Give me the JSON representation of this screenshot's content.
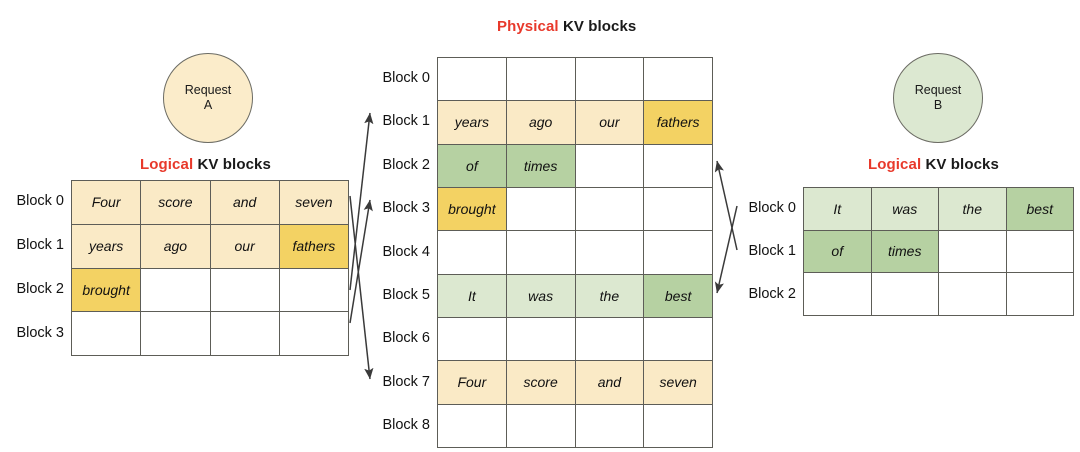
{
  "titles": {
    "physical": {
      "accent": "Physical",
      "rest": " KV blocks"
    },
    "logical_a": {
      "accent": "Logical",
      "rest": " KV blocks"
    },
    "logical_b": {
      "accent": "Logical",
      "rest": " KV blocks"
    }
  },
  "colors": {
    "accent_red": "#e8392b",
    "yellow_light": "#faeac6",
    "yellow_dark": "#f3d263",
    "green_light": "#dce8d0",
    "green_dark": "#b6d1a2",
    "grid_line": "#5d5d57",
    "text": "#111111"
  },
  "requests": {
    "a": {
      "line1": "Request",
      "line2": "A",
      "fill": "#fbecca"
    },
    "b": {
      "line1": "Request",
      "line2": "B",
      "fill": "#dce8d1"
    }
  },
  "logical_a": {
    "row_labels": [
      "Block 0",
      "Block 1",
      "Block 2",
      "Block 3"
    ],
    "rows": [
      [
        {
          "text": "Four",
          "fill": "yellow_light"
        },
        {
          "text": "score",
          "fill": "yellow_light"
        },
        {
          "text": "and",
          "fill": "yellow_light"
        },
        {
          "text": "seven",
          "fill": "yellow_light"
        }
      ],
      [
        {
          "text": "years",
          "fill": "yellow_light"
        },
        {
          "text": "ago",
          "fill": "yellow_light"
        },
        {
          "text": "our",
          "fill": "yellow_light"
        },
        {
          "text": "fathers",
          "fill": "yellow_dark"
        }
      ],
      [
        {
          "text": "brought",
          "fill": "yellow_dark"
        },
        {
          "text": "",
          "fill": "empty"
        },
        {
          "text": "",
          "fill": "empty"
        },
        {
          "text": "",
          "fill": "empty"
        }
      ],
      [
        {
          "text": "",
          "fill": "empty"
        },
        {
          "text": "",
          "fill": "empty"
        },
        {
          "text": "",
          "fill": "empty"
        },
        {
          "text": "",
          "fill": "empty"
        }
      ]
    ]
  },
  "physical": {
    "row_labels": [
      "Block 0",
      "Block 1",
      "Block 2",
      "Block 3",
      "Block 4",
      "Block 5",
      "Block 6",
      "Block 7",
      "Block 8"
    ],
    "rows": [
      [
        {
          "text": "",
          "fill": "empty"
        },
        {
          "text": "",
          "fill": "empty"
        },
        {
          "text": "",
          "fill": "empty"
        },
        {
          "text": "",
          "fill": "empty"
        }
      ],
      [
        {
          "text": "years",
          "fill": "yellow_light"
        },
        {
          "text": "ago",
          "fill": "yellow_light"
        },
        {
          "text": "our",
          "fill": "yellow_light"
        },
        {
          "text": "fathers",
          "fill": "yellow_dark"
        }
      ],
      [
        {
          "text": "of",
          "fill": "green_dark"
        },
        {
          "text": "times",
          "fill": "green_dark"
        },
        {
          "text": "",
          "fill": "empty"
        },
        {
          "text": "",
          "fill": "empty"
        }
      ],
      [
        {
          "text": "brought",
          "fill": "yellow_dark"
        },
        {
          "text": "",
          "fill": "empty"
        },
        {
          "text": "",
          "fill": "empty"
        },
        {
          "text": "",
          "fill": "empty"
        }
      ],
      [
        {
          "text": "",
          "fill": "empty"
        },
        {
          "text": "",
          "fill": "empty"
        },
        {
          "text": "",
          "fill": "empty"
        },
        {
          "text": "",
          "fill": "empty"
        }
      ],
      [
        {
          "text": "It",
          "fill": "green_light"
        },
        {
          "text": "was",
          "fill": "green_light"
        },
        {
          "text": "the",
          "fill": "green_light"
        },
        {
          "text": "best",
          "fill": "green_dark"
        }
      ],
      [
        {
          "text": "",
          "fill": "empty"
        },
        {
          "text": "",
          "fill": "empty"
        },
        {
          "text": "",
          "fill": "empty"
        },
        {
          "text": "",
          "fill": "empty"
        }
      ],
      [
        {
          "text": "Four",
          "fill": "yellow_light"
        },
        {
          "text": "score",
          "fill": "yellow_light"
        },
        {
          "text": "and",
          "fill": "yellow_light"
        },
        {
          "text": "seven",
          "fill": "yellow_light"
        }
      ],
      [
        {
          "text": "",
          "fill": "empty"
        },
        {
          "text": "",
          "fill": "empty"
        },
        {
          "text": "",
          "fill": "empty"
        },
        {
          "text": "",
          "fill": "empty"
        }
      ]
    ]
  },
  "logical_b": {
    "row_labels": [
      "Block 0",
      "Block 1",
      "Block 2"
    ],
    "rows": [
      [
        {
          "text": "It",
          "fill": "green_light"
        },
        {
          "text": "was",
          "fill": "green_light"
        },
        {
          "text": "the",
          "fill": "green_light"
        },
        {
          "text": "best",
          "fill": "green_dark"
        }
      ],
      [
        {
          "text": "of",
          "fill": "green_dark"
        },
        {
          "text": "times",
          "fill": "green_dark"
        },
        {
          "text": "",
          "fill": "empty"
        },
        {
          "text": "",
          "fill": "empty"
        }
      ],
      [
        {
          "text": "",
          "fill": "empty"
        },
        {
          "text": "",
          "fill": "empty"
        },
        {
          "text": "",
          "fill": "empty"
        },
        {
          "text": "",
          "fill": "empty"
        }
      ]
    ]
  },
  "mappings": {
    "a": [
      {
        "from": "logical_a Block 1",
        "to": "physical Block 1"
      },
      {
        "from": "logical_a Block 2",
        "to": "physical Block 3"
      },
      {
        "from": "logical_a Block 0",
        "to": "physical Block 7"
      }
    ],
    "b": [
      {
        "from": "logical_b Block 0",
        "to": "physical Block 5"
      },
      {
        "from": "logical_b Block 1",
        "to": "physical Block 2"
      }
    ]
  }
}
